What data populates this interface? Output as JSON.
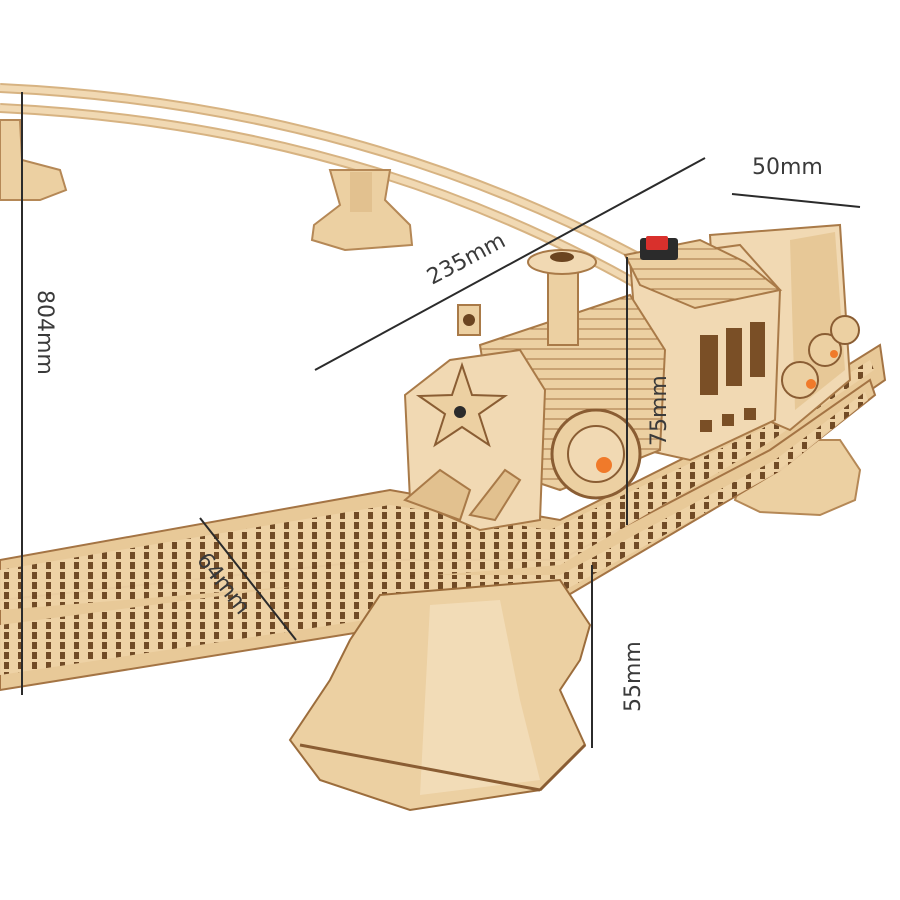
{
  "dimensions": {
    "height": "804mm",
    "length": "235mm",
    "width": "50mm",
    "engine_height": "75mm",
    "track_width": "64mm",
    "stand_height": "55mm"
  },
  "colors": {
    "wood_light": "#f1d9b3",
    "wood_mid": "#e7c897",
    "wood_dark": "#c9a16c",
    "wood_edge": "#8a5d33",
    "switch_red": "#d9302c",
    "axle_orange": "#f07a2a",
    "dimension_line": "#2b2b2b"
  }
}
